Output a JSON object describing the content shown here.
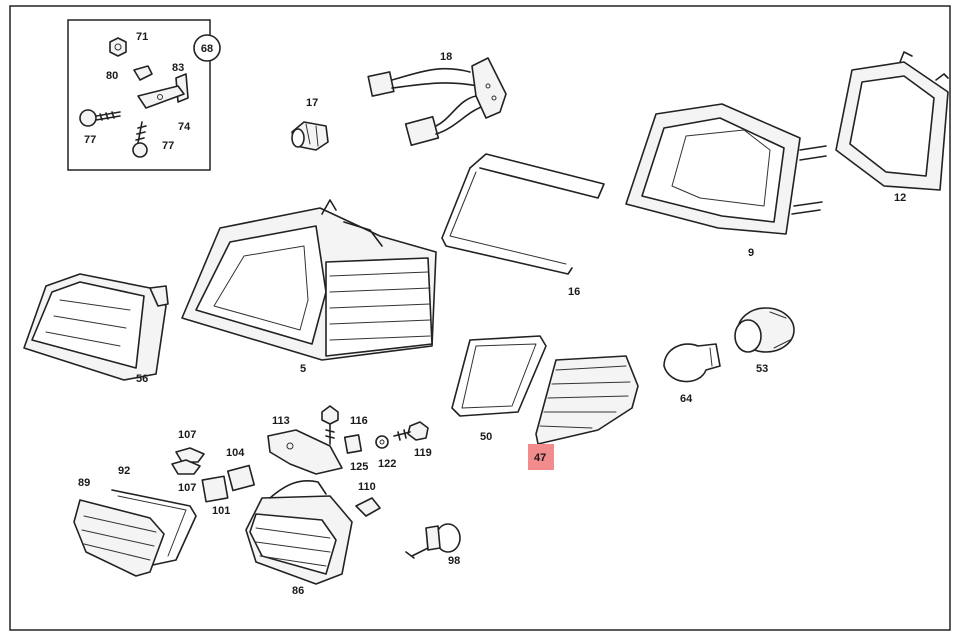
{
  "inset_badge": "68",
  "highlight_color": "#f28b8b",
  "parts": [
    {
      "key": "p71",
      "label": "71"
    },
    {
      "key": "p80",
      "label": "80"
    },
    {
      "key": "p83",
      "label": "83"
    },
    {
      "key": "p74",
      "label": "74"
    },
    {
      "key": "p77a",
      "label": "77"
    },
    {
      "key": "p77b",
      "label": "77"
    },
    {
      "key": "p17",
      "label": "17"
    },
    {
      "key": "p18",
      "label": "18"
    },
    {
      "key": "p9",
      "label": "9"
    },
    {
      "key": "p12",
      "label": "12"
    },
    {
      "key": "p16",
      "label": "16"
    },
    {
      "key": "p56",
      "label": "56"
    },
    {
      "key": "p5",
      "label": "5"
    },
    {
      "key": "p50",
      "label": "50"
    },
    {
      "key": "p47",
      "label": "47",
      "highlighted": true
    },
    {
      "key": "p64",
      "label": "64"
    },
    {
      "key": "p53",
      "label": "53"
    },
    {
      "key": "p107a",
      "label": "107"
    },
    {
      "key": "p107b",
      "label": "107"
    },
    {
      "key": "p104",
      "label": "104"
    },
    {
      "key": "p101",
      "label": "101"
    },
    {
      "key": "p113",
      "label": "113"
    },
    {
      "key": "p116",
      "label": "116"
    },
    {
      "key": "p125",
      "label": "125"
    },
    {
      "key": "p122",
      "label": "122"
    },
    {
      "key": "p119",
      "label": "119"
    },
    {
      "key": "p110",
      "label": "110"
    },
    {
      "key": "p89",
      "label": "89"
    },
    {
      "key": "p92",
      "label": "92"
    },
    {
      "key": "p86",
      "label": "86"
    },
    {
      "key": "p98",
      "label": "98"
    }
  ]
}
